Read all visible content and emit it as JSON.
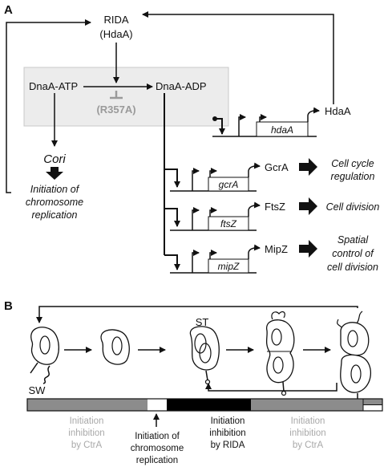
{
  "panel_labels": {
    "a": "A",
    "b": "B"
  },
  "panel_a": {
    "rida_name": "RIDA",
    "rida_protein": "(HdaA)",
    "dnaa_atp": "DnaA-ATP",
    "dnaa_adp": "DnaA-ADP",
    "mutation": "(R357A)",
    "cori": "Cori",
    "initiation": [
      "Initiation of",
      "chromosome",
      "replication"
    ],
    "hdaa_gene": "hdaA",
    "hdaa_protein": "HdaA",
    "targets": [
      {
        "gene": "gcrA",
        "protein": "GcrA",
        "function": [
          "Cell cycle",
          "regulation"
        ]
      },
      {
        "gene": "ftsZ",
        "protein": "FtsZ",
        "function": [
          "Cell division"
        ]
      },
      {
        "gene": "mipZ",
        "protein": "MipZ",
        "function": [
          "Spatial",
          "control of",
          "cell division"
        ]
      }
    ]
  },
  "panel_b": {
    "labels": {
      "sw": "SW",
      "st": "ST"
    },
    "bar_labels": [
      {
        "lines": [
          "Initiation",
          "inhibition",
          "by CtrA"
        ],
        "style": "gray"
      },
      {
        "lines": [
          "Initiation of",
          "chromosome",
          "replication"
        ],
        "style": "black"
      },
      {
        "lines": [
          "Initiation",
          "inhibition",
          "by RIDA"
        ],
        "style": "black"
      },
      {
        "lines": [
          "Initiation",
          "inhibition",
          "by CtrA"
        ],
        "style": "gray"
      }
    ],
    "colors": {
      "ctra": "#8c8c8c",
      "rida": "#000000",
      "replication": "#ffffff",
      "box": "#ececec"
    }
  }
}
